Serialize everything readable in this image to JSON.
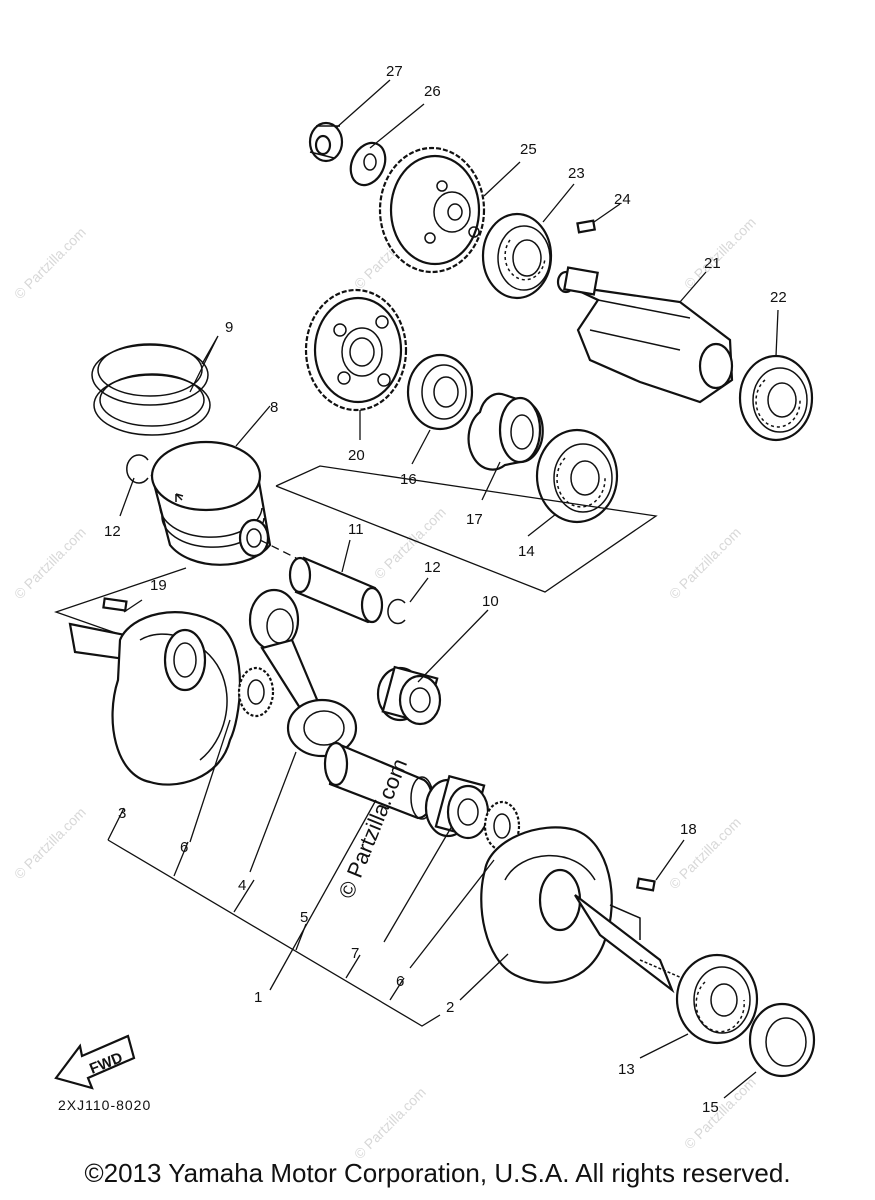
{
  "diagram": {
    "part_numbers": [
      "1",
      "2",
      "3",
      "4",
      "5",
      "6",
      "6",
      "7",
      "8",
      "9",
      "10",
      "11",
      "12",
      "12",
      "13",
      "14",
      "15",
      "16",
      "17",
      "18",
      "19",
      "20",
      "21",
      "22",
      "23",
      "24",
      "25",
      "26",
      "27"
    ],
    "fwd_label": "FWD",
    "drawing_code": "2XJ110-8020",
    "watermark": "© Partzilla.com",
    "center_watermark": "© Partzilla.com"
  },
  "footer": {
    "copyright": "©2013  Yamaha Motor Corporation, U.S.A. All rights reserved."
  }
}
